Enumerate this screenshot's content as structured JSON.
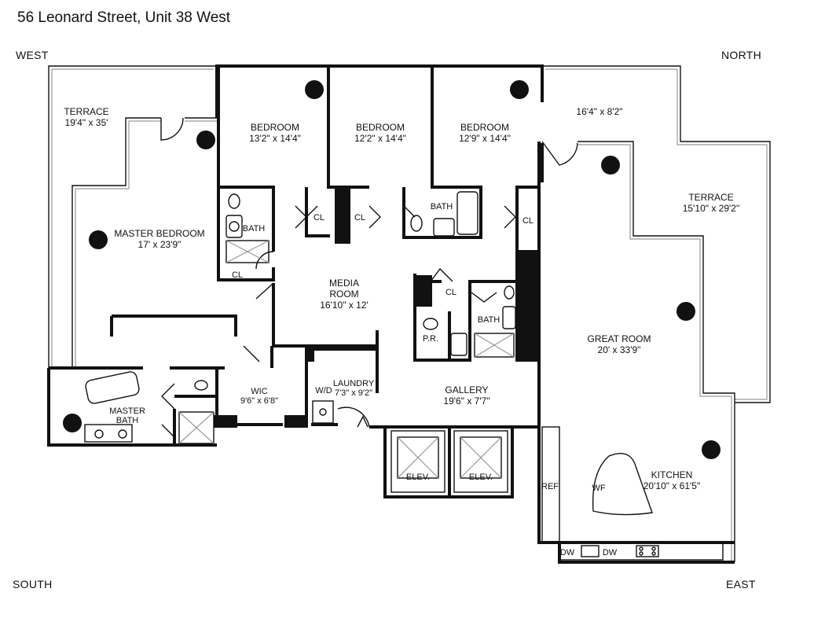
{
  "title": "56 Leonard Street, Unit 38 West",
  "compass": {
    "nw": "WEST",
    "ne": "NORTH",
    "sw": "SOUTH",
    "se": "EAST"
  },
  "rooms": {
    "terrace_west": {
      "name": "TERRACE",
      "dims": "19'4\" x 35'"
    },
    "bedroom_1": {
      "name": "BEDROOM",
      "dims": "13'2\" x 14'4\""
    },
    "bedroom_2": {
      "name": "BEDROOM",
      "dims": "12'2\" x 14'4\""
    },
    "bedroom_3": {
      "name": "BEDROOM",
      "dims": "12'9\" x 14'4\""
    },
    "terrace_north_small": {
      "dims": "16'4\" x 8'2\""
    },
    "terrace_north": {
      "name": "TERRACE",
      "dims": "15'10\" x 29'2\""
    },
    "master_bedroom": {
      "name": "MASTER BEDROOM",
      "dims": "17' x 23'9\""
    },
    "media_room": {
      "name1": "MEDIA",
      "name2": "ROOM",
      "dims": "16'10\" x 12'"
    },
    "great_room": {
      "name": "GREAT ROOM",
      "dims": "20' x 33'9\""
    },
    "master_bath": {
      "name1": "MASTER",
      "name2": "BATH"
    },
    "wic": {
      "name": "WIC",
      "dims": "9'6\" x 6'8\""
    },
    "laundry": {
      "name": "LAUNDRY",
      "dims": "7'3\" x 9'2\""
    },
    "gallery": {
      "name": "GALLERY",
      "dims": "19'6\" x 7'7\""
    },
    "kitchen": {
      "name": "KITCHEN",
      "dims": "20'10\" x 61'5\""
    }
  },
  "small_labels": {
    "bath": "BATH",
    "cl": "CL",
    "pr": "P.R.",
    "wd": "W/D",
    "elev": "ELEV.",
    "ref": "REF",
    "wf": "WF",
    "dw": "DW"
  }
}
